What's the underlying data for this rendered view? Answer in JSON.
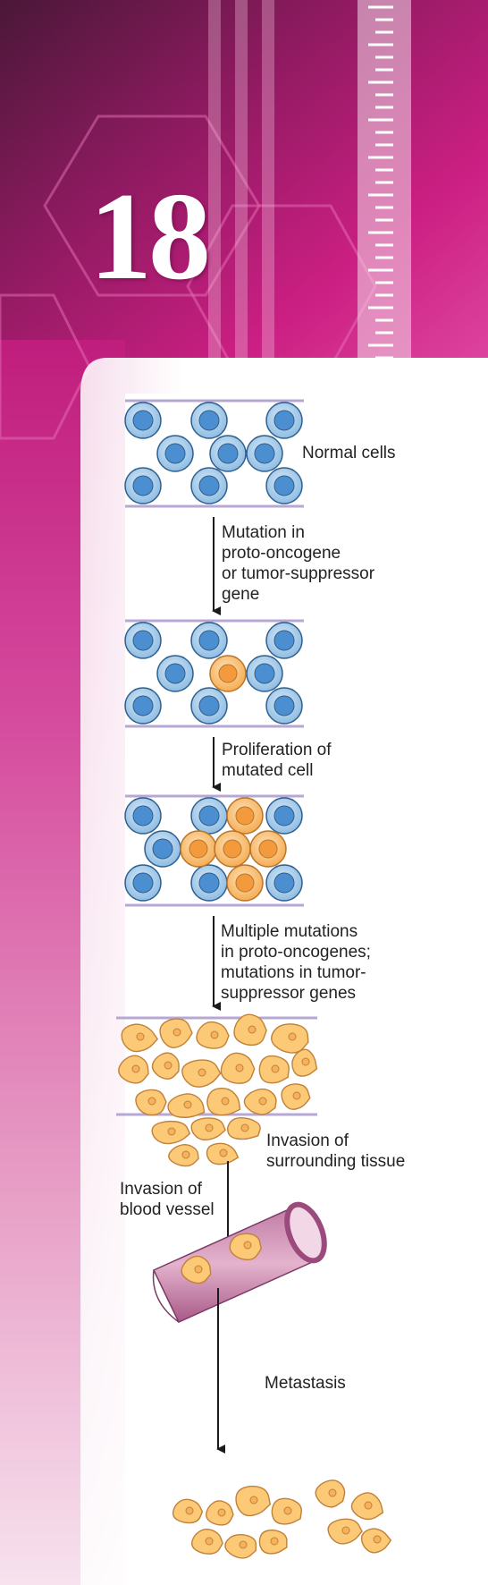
{
  "chapter_number": "18",
  "labels": {
    "normal_cells": "Normal cells",
    "mutation": "Mutation in\nproto-oncogene\nor tumor-suppressor\ngene",
    "proliferation": "Proliferation of\nmutated cell",
    "multiple_mutations": "Multiple mutations\nin proto-oncogenes;\nmutations in tumor-\nsuppressor genes",
    "invasion_tissue": "Invasion of\nsurrounding tissue",
    "invasion_vessel": "Invasion of\nblood vessel",
    "metastasis": "Metastasis"
  },
  "colors": {
    "banner_dark": "#6b1f4d",
    "banner_magenta": "#c8197f",
    "normal_cell": "#7fb3dd",
    "normal_nucleus": "#3b7dc4",
    "mutated_cell": "#f6a94a",
    "tumor_cell": "#fbc771",
    "membrane": "#a896c6",
    "vessel": "#b0608f"
  }
}
